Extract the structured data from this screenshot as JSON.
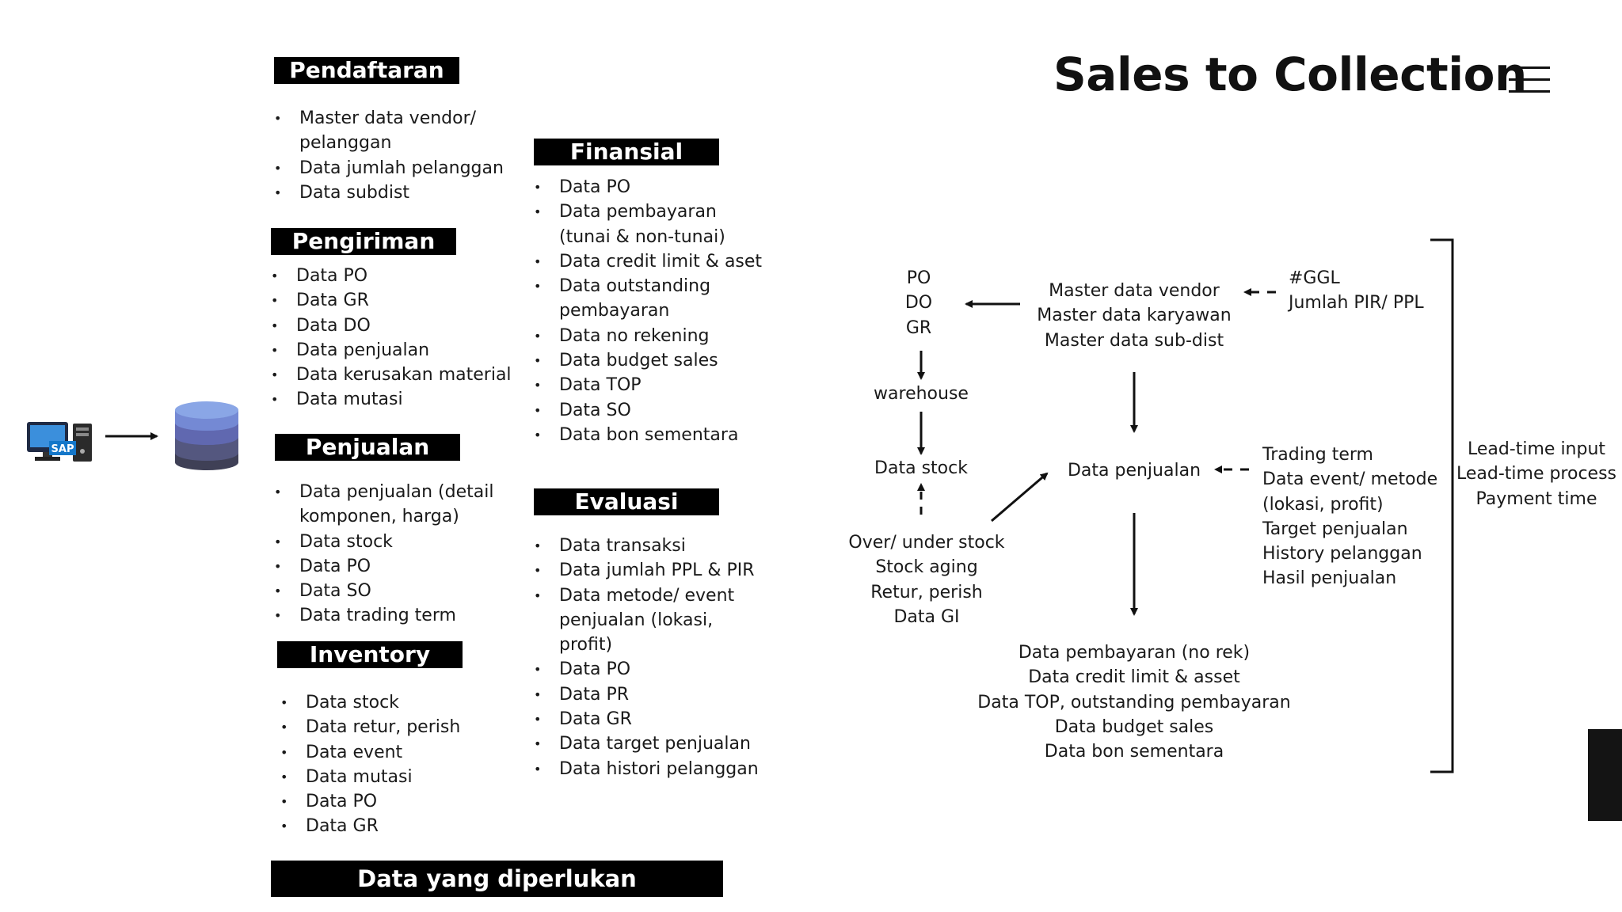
{
  "title": "Sales to Collection",
  "icons": [
    "computer-sap-icon",
    "database-icon",
    "hamburger-menu-icon"
  ],
  "sap_label": "SAP",
  "columns": {
    "pendaftaran": {
      "header": "Pendaftaran",
      "items": [
        "Master data vendor/ pelanggan",
        "Data jumlah pelanggan",
        "Data subdist"
      ]
    },
    "pengiriman": {
      "header": "Pengiriman",
      "items": [
        "Data PO",
        "Data GR",
        "Data DO",
        "Data penjualan",
        "Data kerusakan material",
        "Data mutasi"
      ]
    },
    "penjualan": {
      "header": "Penjualan",
      "items": [
        "Data penjualan (detail komponen, harga)",
        "Data stock",
        "Data PO",
        "Data SO",
        "Data trading term"
      ]
    },
    "inventory": {
      "header": "Inventory",
      "items": [
        "Data stock",
        "Data retur, perish",
        "Data event",
        "Data mutasi",
        "Data PO",
        "Data GR"
      ]
    },
    "finansial": {
      "header": "Finansial",
      "items": [
        "Data PO",
        "Data pembayaran (tunai & non-tunai)",
        "Data credit limit & aset",
        "Data outstanding pembayaran",
        "Data no rekening",
        "Data budget sales",
        "Data TOP",
        "Data SO",
        "Data bon sementara"
      ]
    },
    "evaluasi": {
      "header": "Evaluasi",
      "items": [
        "Data transaksi",
        "Data jumlah PPL & PIR",
        "Data metode/ event penjualan (lokasi, profit)",
        "Data PO",
        "Data PR",
        "Data GR",
        "Data target penjualan",
        "Data histori pelanggan"
      ]
    }
  },
  "footer_label": "Data yang diperlukan",
  "flow": {
    "po_do_gr": [
      "PO",
      "DO",
      "GR"
    ],
    "warehouse": "warehouse",
    "data_stock": "Data stock",
    "stock_issues": [
      "Over/ under stock",
      "Stock aging",
      "Retur, perish",
      "Data GI"
    ],
    "master_data": [
      "Master data vendor",
      "Master data karyawan",
      "Master data sub-dist"
    ],
    "ggl": [
      "#GGL",
      "Jumlah PIR/ PPL"
    ],
    "data_penjualan": "Data penjualan",
    "trading": [
      "Trading term",
      "Data event/ metode",
      "(lokasi, profit)",
      "Target penjualan",
      "History pelanggan",
      "Hasil penjualan"
    ],
    "payment": [
      "Data pembayaran (no rek)",
      "Data credit limit & asset",
      "Data TOP, outstanding pembayaran",
      "Data budget sales",
      "Data bon sementara"
    ],
    "leadtime": [
      "Lead-time input",
      "Lead-time process",
      "Payment time"
    ]
  }
}
